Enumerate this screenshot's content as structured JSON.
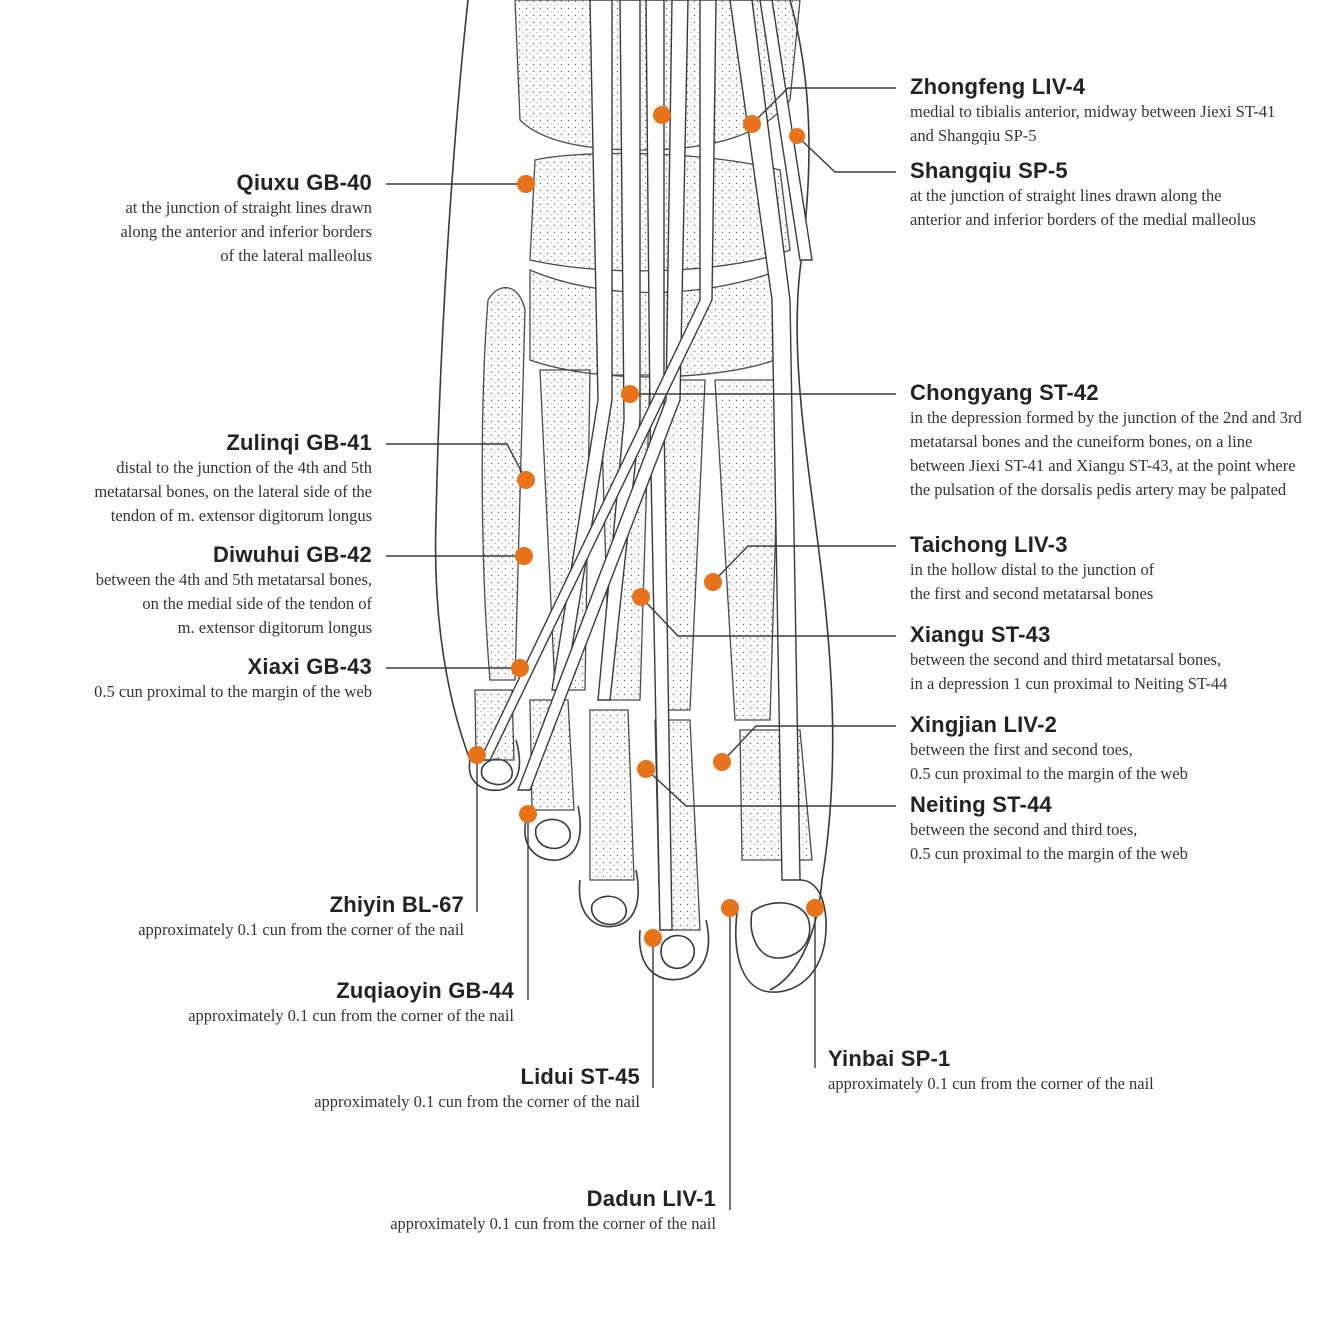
{
  "accent_color": "#e8731a",
  "points": [
    {
      "id": "zhongfeng",
      "name": "Zhongfeng LIV-4",
      "desc": "medial to tibialis anterior, midway between Jiexi ST-41\nand Shangqiu SP-5"
    },
    {
      "id": "shangqiu",
      "name": "Shangqiu SP-5",
      "desc": "at the junction of straight lines drawn along the\nanterior and inferior borders of the medial malleolus"
    },
    {
      "id": "qiuxu",
      "name": "Qiuxu GB-40",
      "desc": "at the junction of straight lines drawn\nalong the anterior and inferior borders\nof the lateral malleolus"
    },
    {
      "id": "chongyang",
      "name": "Chongyang ST-42",
      "desc": "in the depression formed by the junction of the 2nd and 3rd\nmetatarsal bones and the cuneiform bones, on a line\nbetween Jiexi ST-41 and Xiangu ST-43, at the point where\nthe pulsation of the dorsalis pedis artery may be palpated"
    },
    {
      "id": "zulinqi",
      "name": "Zulinqi GB-41",
      "desc": "distal to the junction of the 4th and 5th\nmetatarsal bones, on the lateral side of the\ntendon of m. extensor digitorum longus"
    },
    {
      "id": "diwuhui",
      "name": "Diwuhui GB-42",
      "desc": "between the 4th and 5th metatarsal bones,\non the medial side of the tendon of\nm. extensor digitorum longus"
    },
    {
      "id": "taichong",
      "name": "Taichong LIV-3",
      "desc": "in the hollow distal to the junction of\nthe first and second metatarsal bones"
    },
    {
      "id": "xiangu",
      "name": "Xiangu ST-43",
      "desc": "between the second and third metatarsal bones,\nin a depression 1 cun proximal to Neiting ST-44"
    },
    {
      "id": "xiaxi",
      "name": "Xiaxi GB-43",
      "desc": "0.5 cun proximal to the margin of the web"
    },
    {
      "id": "xingjian",
      "name": "Xingjian LIV-2",
      "desc": "between the first and second toes,\n0.5 cun proximal to the margin of the web"
    },
    {
      "id": "neiting",
      "name": "Neiting ST-44",
      "desc": "between the second and third toes,\n0.5 cun proximal to the margin of the web"
    },
    {
      "id": "zhiyin",
      "name": "Zhiyin BL-67",
      "desc": "approximately 0.1 cun from the corner of the nail"
    },
    {
      "id": "zuqiaoyin",
      "name": "Zuqiaoyin GB-44",
      "desc": "approximately 0.1 cun from the corner of the nail"
    },
    {
      "id": "yinbai",
      "name": "Yinbai SP-1",
      "desc": "approximately 0.1 cun from the corner of the nail"
    },
    {
      "id": "lidui",
      "name": "Lidui ST-45",
      "desc": "approximately 0.1 cun from the corner of the nail"
    },
    {
      "id": "dadun",
      "name": "Dadun LIV-1",
      "desc": "approximately 0.1 cun from the corner of the nail"
    }
  ]
}
